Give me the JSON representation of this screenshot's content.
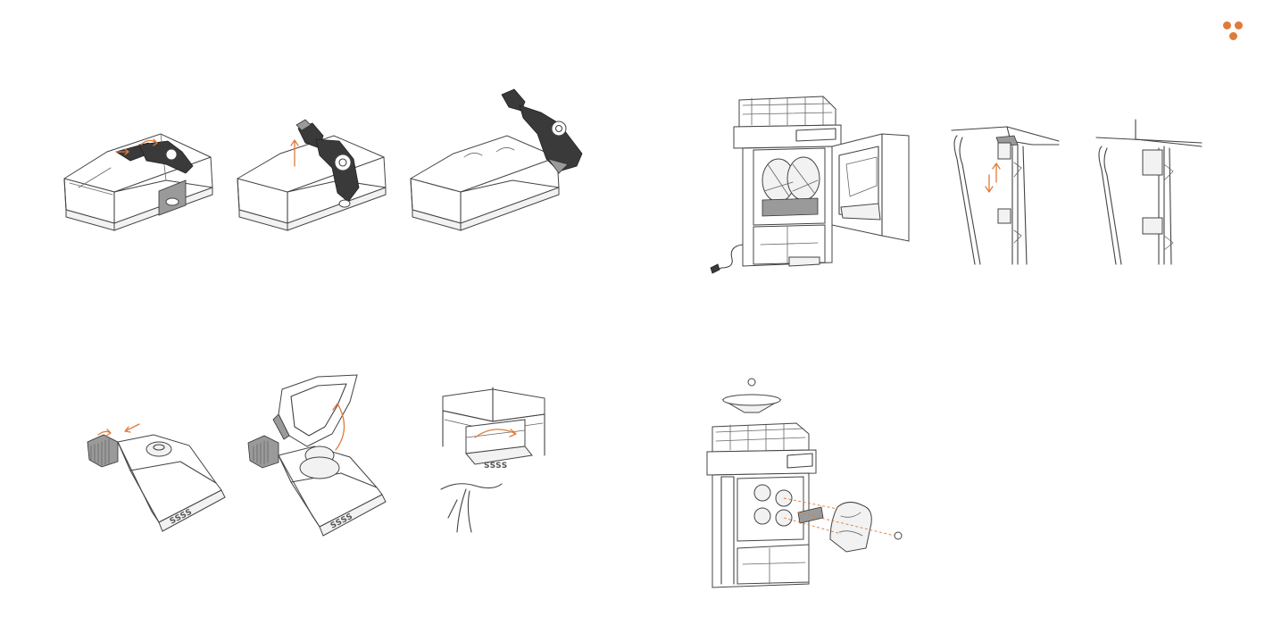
{
  "theme": {
    "accent": "#e07b39",
    "ink": "#444444"
  },
  "logo": {
    "icon": "three-dot-brand-logo"
  },
  "figures": [
    {
      "id": "step-lift-arm-1",
      "description_icon": "machine-arm-lift-step-1"
    },
    {
      "id": "step-lift-arm-2",
      "description_icon": "machine-arm-lift-step-2"
    },
    {
      "id": "step-lift-arm-3",
      "description_icon": "machine-arm-lift-step-3"
    },
    {
      "id": "step-nozzle-slide",
      "description_icon": "nozzle-slide-out"
    },
    {
      "id": "step-lid-open",
      "description_icon": "lid-flip-open"
    },
    {
      "id": "step-tray-rotate",
      "description_icon": "tray-rotate"
    },
    {
      "id": "juicer-door-open",
      "description_icon": "juicer-door-open"
    },
    {
      "id": "hinge-detail-1",
      "description_icon": "hinge-lift-detail"
    },
    {
      "id": "hinge-detail-2",
      "description_icon": "hinge-seated-detail"
    },
    {
      "id": "juicer-exploded",
      "description_icon": "juicer-exploded-view"
    }
  ],
  "stamps": {
    "bottom_label": "SSSS"
  }
}
